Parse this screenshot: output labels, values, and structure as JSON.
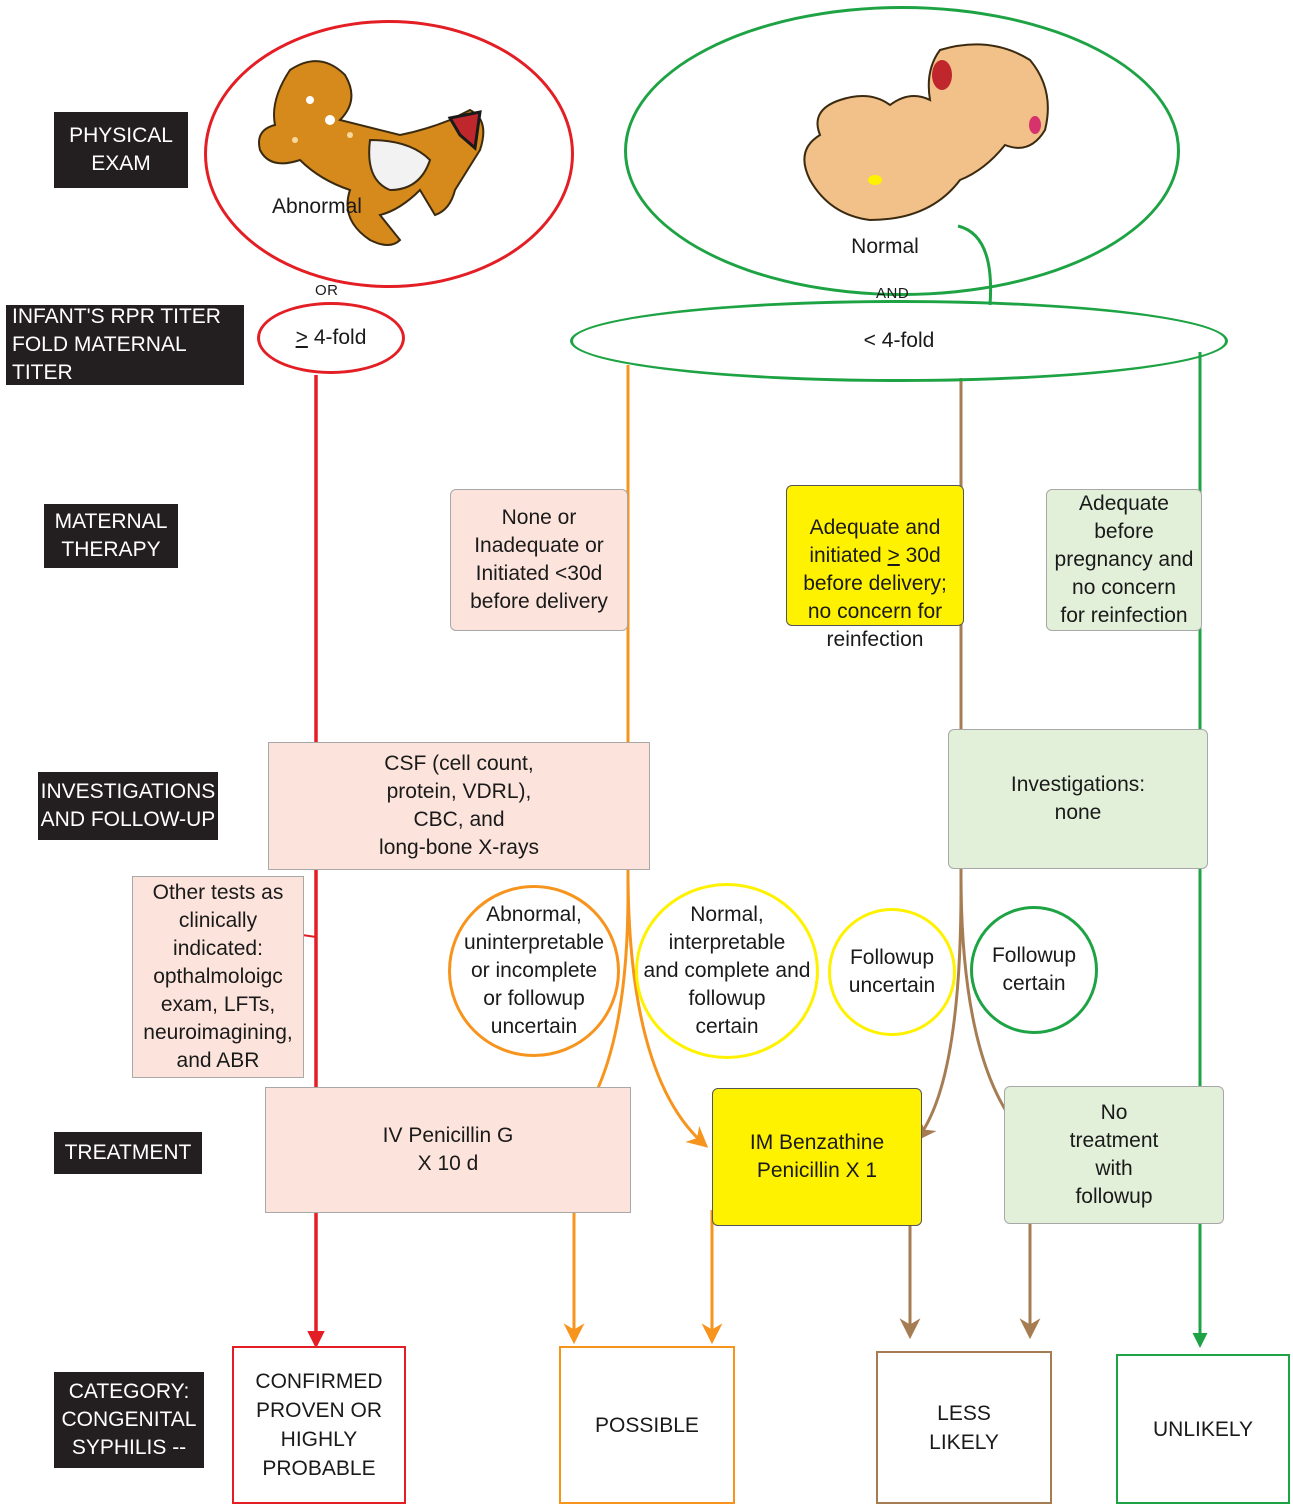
{
  "row_labels": {
    "physical_exam": "PHYSICAL\nEXAM",
    "rpr_titer": "INFANT'S RPR TITER\nFOLD MATERNAL TITER",
    "maternal_therapy": "MATERNAL\nTHERAPY",
    "investigations": "INVESTIGATIONS\nAND FOLLOW-UP",
    "treatment": "TREATMENT",
    "category": "CATEGORY:\nCONGENITAL\nSYPHILIS --"
  },
  "physical_exam": {
    "abnormal": "Abnormal",
    "normal": "Normal",
    "or": "OR",
    "and": "AND"
  },
  "titer": {
    "high": "4-fold",
    "high_symbol": ">",
    "low": "< 4-fold"
  },
  "maternal": {
    "none_inadequate": "None or\nInadequate or\nInitiated <30d\nbefore delivery",
    "adequate_30d_pre": "Adequate and\ninitiated ",
    "adequate_30d_sym": ">",
    "adequate_30d_post": " 30d\nbefore delivery;\nno concern for\nreinfection",
    "adequate_before_pregnancy": "Adequate\nbefore\npregnancy and\nno concern\nfor reinfection"
  },
  "investigations": {
    "csf": "CSF (cell count,\nprotein, VDRL),\nCBC, and\nlong-bone X-rays",
    "none": "Investigations:\nnone",
    "other_tests": "Other tests as\nclinically\nindicated:\nopthalmoloigc\nexam, LFTs,\nneuroimagining,\nand ABR"
  },
  "results": {
    "abnormal": "Abnormal,\nuninterpretable\nor incomplete\nor followup\nuncertain",
    "normal": "Normal,\ninterpretable\nand complete and\nfollowup\ncertain",
    "followup_uncertain": "Followup\nuncertain",
    "followup_certain": "Followup\ncertain"
  },
  "treatment": {
    "iv_penicillin": "IV Penicillin G\nX 10 d",
    "im_benzathine": "IM Benzathine\nPenicillin X 1",
    "no_treatment": "No\ntreatment\nwith\nfollowup"
  },
  "categories": {
    "confirmed": "CONFIRMED\nPROVEN OR\nHIGHLY\nPROBABLE",
    "possible": "POSSIBLE",
    "less_likely": "LESS\nLIKELY",
    "unlikely": "UNLIKELY"
  },
  "colors": {
    "red": "#e31e24",
    "orange": "#f7941d",
    "brown": "#a67c52",
    "green": "#1ea344",
    "yellow": "#fff200",
    "pink": "#fce4dc",
    "light_green": "#e2f0d9"
  }
}
